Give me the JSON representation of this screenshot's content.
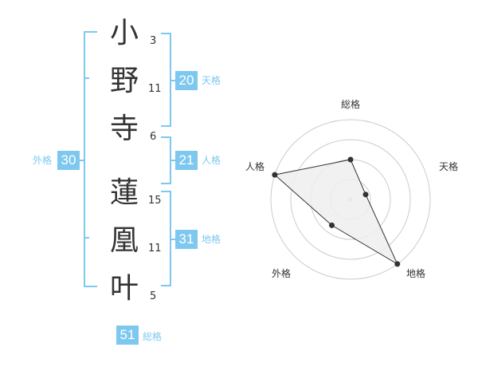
{
  "name_chars": [
    {
      "char": "小",
      "strokes": 3
    },
    {
      "char": "野",
      "strokes": 11
    },
    {
      "char": "寺",
      "strokes": 6
    },
    {
      "char": "蓮",
      "strokes": 15
    },
    {
      "char": "凰",
      "strokes": 11
    },
    {
      "char": "叶",
      "strokes": 5
    }
  ],
  "fortune": {
    "tenkaku": {
      "label": "天格",
      "value": "20"
    },
    "jinkaku": {
      "label": "人格",
      "value": "21"
    },
    "chikaku": {
      "label": "地格",
      "value": "31"
    },
    "gaikaku": {
      "label": "外格",
      "value": "30"
    },
    "soukaku": {
      "label": "総格",
      "value": "51"
    }
  },
  "colors": {
    "accent": "#7ec8f0",
    "text": "#333333",
    "ring": "#cccccc",
    "polygon_fill": "#eeeeee",
    "polygon_stroke": "#333333"
  },
  "chart_data": {
    "type": "radar",
    "axes": [
      "総格",
      "天格",
      "地格",
      "外格",
      "人格"
    ],
    "rings": 4,
    "range": [
      0,
      1
    ],
    "series": [
      {
        "values": [
          0.5,
          0.2,
          1.0,
          0.4,
          1.0
        ]
      }
    ]
  }
}
